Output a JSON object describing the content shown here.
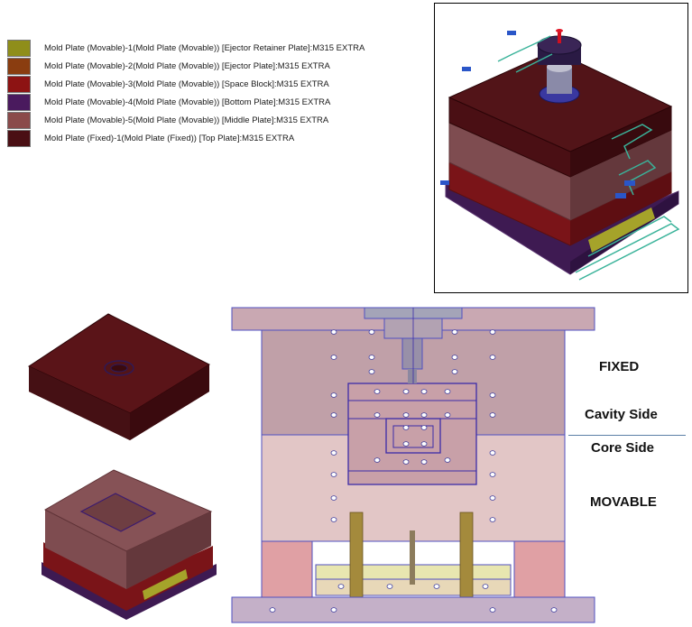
{
  "legend": [
    {
      "label": "Mold Plate (Movable)-1(Mold Plate (Movable)) [Ejector Retainer Plate]:M315 EXTRA",
      "color": "#8f8e1a"
    },
    {
      "label": "Mold Plate (Movable)-2(Mold Plate (Movable)) [Ejector Plate]:M315 EXTRA",
      "color": "#8a3d10"
    },
    {
      "label": "Mold Plate (Movable)-3(Mold Plate (Movable)) [Space Block]:M315 EXTRA",
      "color": "#8d1313"
    },
    {
      "label": "Mold Plate (Movable)-4(Mold Plate (Movable)) [Bottom Plate]:M315 EXTRA",
      "color": "#4a1a5e"
    },
    {
      "label": "Mold Plate (Movable)-5(Mold Plate (Movable)) [Middle Plate]:M315 EXTRA",
      "color": "#8a4a4a"
    },
    {
      "label": "Mold Plate (Fixed)-1(Mold Plate (Fixed)) [Top Plate]:M315 EXTRA",
      "color": "#4a0f14"
    }
  ],
  "labels": {
    "fixed": "FIXED",
    "cavity_side": "Cavity Side",
    "core_side": "Core Side",
    "movable": "MOVABLE"
  }
}
